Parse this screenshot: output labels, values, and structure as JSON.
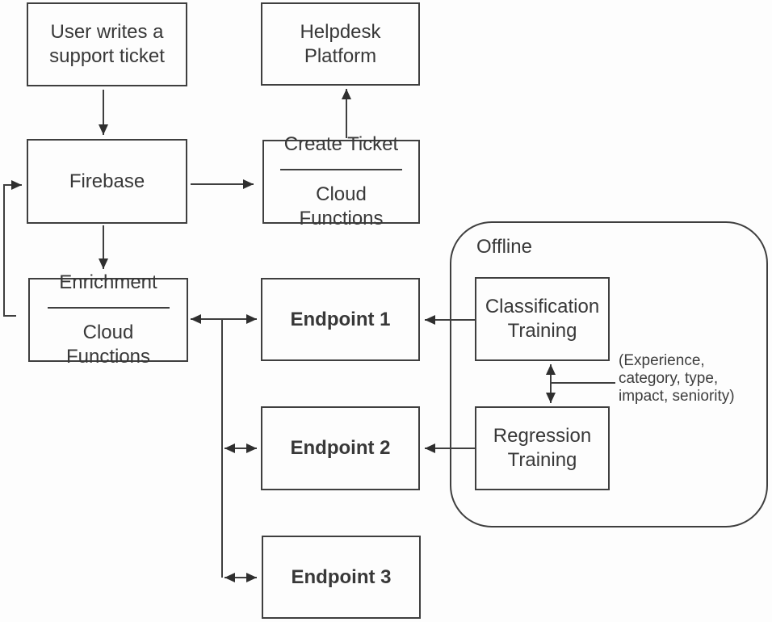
{
  "nodes": {
    "user_ticket": {
      "label": "User writes a support ticket"
    },
    "helpdesk": {
      "label": "Helpdesk Platform"
    },
    "firebase": {
      "label": "Firebase"
    },
    "create_ticket": {
      "title": "Create Ticket",
      "subtitle": "Cloud Functions"
    },
    "enrichment": {
      "title": "Enrichment",
      "subtitle": "Cloud Functions"
    },
    "endpoint1": {
      "label": "Endpoint 1"
    },
    "endpoint2": {
      "label": "Endpoint 2"
    },
    "endpoint3": {
      "label": "Endpoint 3"
    },
    "offline": {
      "label": "Offline"
    },
    "classification": {
      "label": "Classification Training"
    },
    "regression": {
      "label": "Regression Training"
    }
  },
  "annotation": {
    "lines": [
      "(Experience,",
      "category, type,",
      "impact, seniority)"
    ]
  },
  "colors": {
    "line": "#3f3f3f",
    "text": "#383838",
    "background": "#fdfdfd"
  }
}
